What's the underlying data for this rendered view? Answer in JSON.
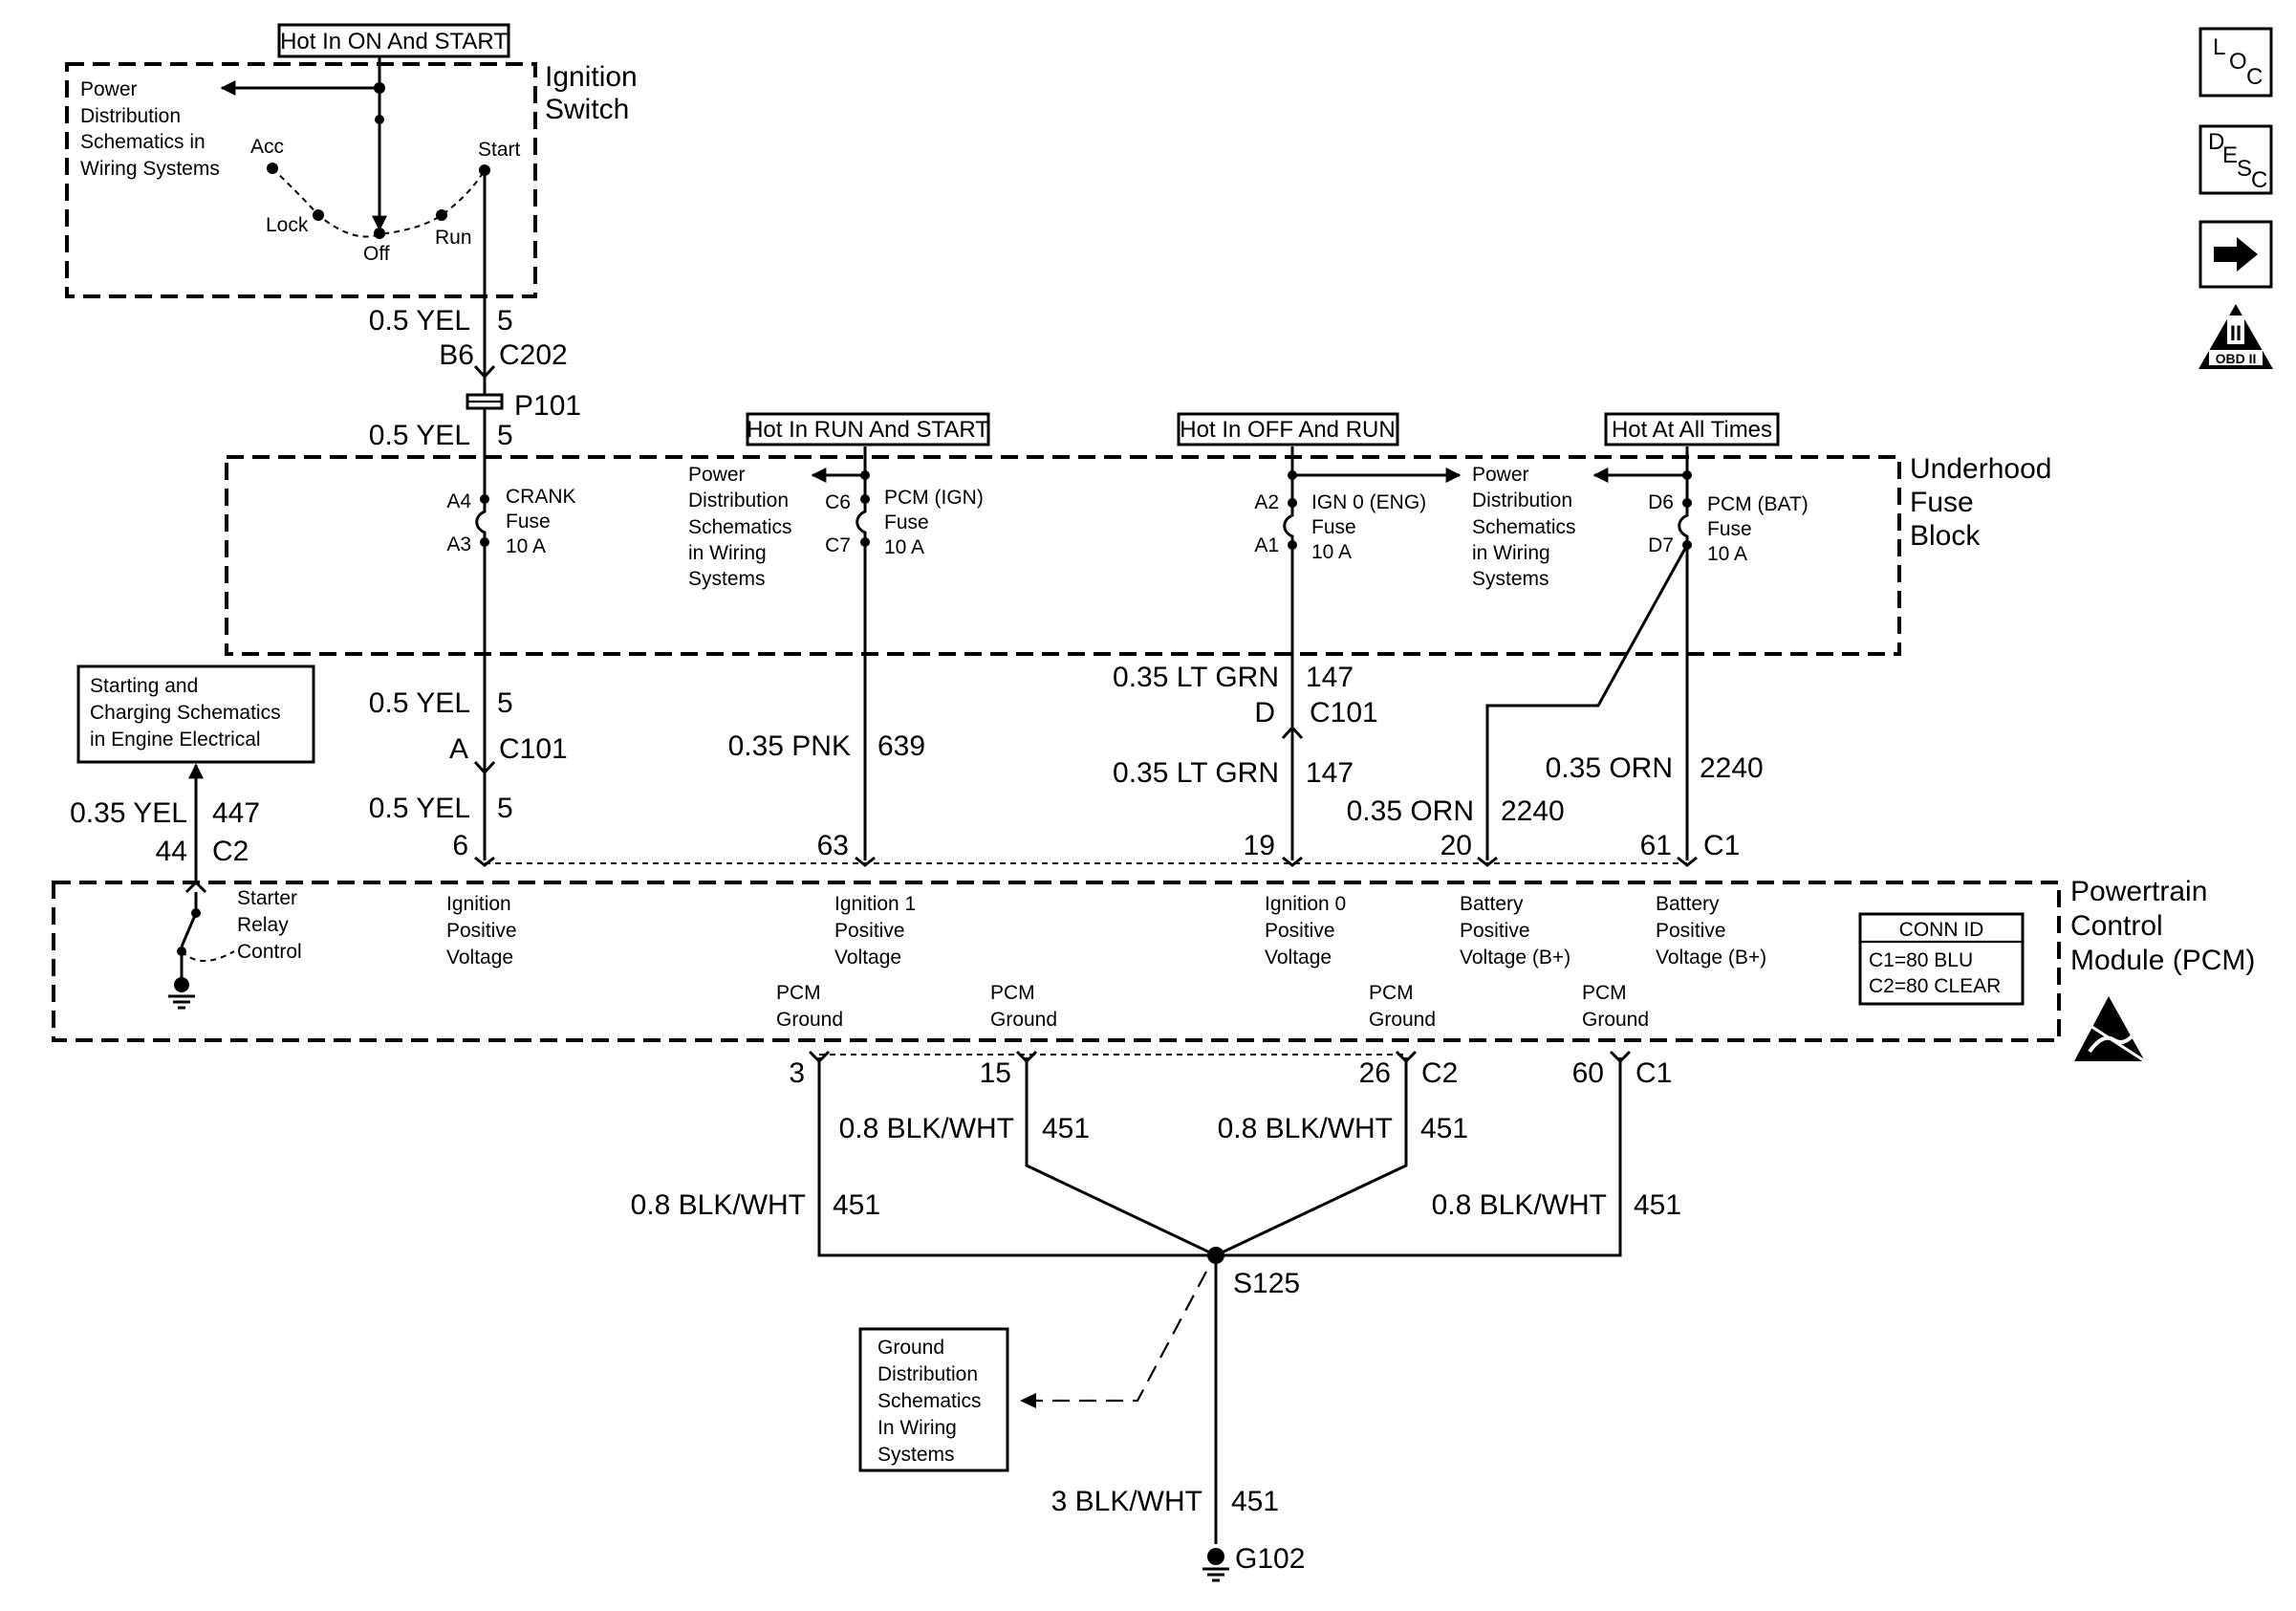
{
  "modules": {
    "ignition_switch": {
      "title": "Ignition Switch",
      "hot_label": "Hot In ON And START",
      "ref": [
        "Power",
        "Distribution",
        "Schematics in",
        "Wiring Systems"
      ],
      "positions": {
        "acc": "Acc",
        "lock": "Lock",
        "off": "Off",
        "run": "Run",
        "start": "Start"
      }
    },
    "underhood_fuse_block": {
      "title": [
        "Underhood",
        "Fuse",
        "Block"
      ]
    },
    "pcm": {
      "title": [
        "Powertrain",
        "Control",
        "Module (PCM)"
      ],
      "conn_id": {
        "title": "CONN ID",
        "c1": "C1=80 BLU",
        "c2": "C2=80 CLEAR"
      }
    }
  },
  "hot_labels": {
    "run_start": "Hot In RUN And START",
    "off_run": "Hot In OFF And RUN",
    "all_times": "Hot At All Times"
  },
  "fuses": {
    "crank": {
      "lines": [
        "CRANK",
        "Fuse",
        "10 A"
      ],
      "in_pin": "A4",
      "out_pin": "A3"
    },
    "pcm_ign": {
      "lines": [
        "PCM (IGN)",
        "Fuse",
        "10 A"
      ],
      "in_pin": "C6",
      "out_pin": "C7"
    },
    "ign0": {
      "lines": [
        "IGN 0 (ENG)",
        "Fuse",
        "10 A"
      ],
      "in_pin": "A2",
      "out_pin": "A1"
    },
    "pcm_bat": {
      "lines": [
        "PCM (BAT)",
        "Fuse",
        "10 A"
      ],
      "in_pin": "D6",
      "out_pin": "D7"
    }
  },
  "refs": {
    "pd_left": [
      "Power",
      "Distribution",
      "Schematics",
      "in Wiring",
      "Systems"
    ],
    "pd_right": [
      "Power",
      "Distribution",
      "Schematics",
      "in Wiring",
      "Systems"
    ],
    "starting": [
      "Starting and",
      "Charging Schematics",
      "in Engine Electrical"
    ],
    "ground": [
      "Ground",
      "Distribution",
      "Schematics",
      "In Wiring",
      "Systems"
    ]
  },
  "wires": {
    "yel_top": {
      "size": "0.5 YEL",
      "circuit": "5"
    },
    "c202": {
      "pin": "B6",
      "conn": "C202"
    },
    "p101": "P101",
    "yel_fuse_in": {
      "size": "0.5 YEL",
      "circuit": "5"
    },
    "yel_mid": {
      "size": "0.5 YEL",
      "circuit": "5"
    },
    "c101_a": {
      "pin": "A",
      "conn": "C101"
    },
    "yel_bot": {
      "size": "0.5 YEL",
      "circuit": "5"
    },
    "pnk": {
      "size": "0.35 PNK",
      "circuit": "639"
    },
    "ltgrn_top": {
      "size": "0.35 LT GRN",
      "circuit": "147"
    },
    "c101_d": {
      "pin": "D",
      "conn": "C101"
    },
    "ltgrn_bot": {
      "size": "0.35 LT GRN",
      "circuit": "147"
    },
    "orn_20": {
      "size": "0.35 ORN",
      "circuit": "2240"
    },
    "orn_61": {
      "size": "0.35 ORN",
      "circuit": "2240"
    },
    "starter": {
      "size": "0.35 YEL",
      "circuit": "447"
    },
    "gnd_3": {
      "size": "0.8 BLK/WHT",
      "circuit": "451"
    },
    "gnd_15": {
      "size": "0.8 BLK/WHT",
      "circuit": "451"
    },
    "gnd_26": {
      "size": "0.8 BLK/WHT",
      "circuit": "451"
    },
    "gnd_60": {
      "size": "0.8 BLK/WHT",
      "circuit": "451"
    },
    "gnd_main": {
      "size": "3 BLK/WHT",
      "circuit": "451"
    }
  },
  "pins": {
    "ign_pos": "6",
    "ign1": "63",
    "ign0": "19",
    "bat20": "20",
    "bat61": "61",
    "c1": "C1",
    "starter_pin": "44",
    "starter_conn": "C2",
    "g3": "3",
    "g15": "15",
    "g26": "26",
    "g_c2": "C2",
    "g60": "60",
    "g_c1": "C1"
  },
  "pcm_inputs": {
    "starter_relay": [
      "Starter",
      "Relay",
      "Control"
    ],
    "ign_pos": [
      "Ignition",
      "Positive",
      "Voltage"
    ],
    "ign1": [
      "Ignition 1",
      "Positive",
      "Voltage"
    ],
    "ign0": [
      "Ignition 0",
      "Positive",
      "Voltage"
    ],
    "bat20": [
      "Battery",
      "Positive",
      "Voltage (B+)"
    ],
    "bat61": [
      "Battery",
      "Positive",
      "Voltage (B+)"
    ],
    "gnd_a": [
      "PCM",
      "Ground"
    ],
    "gnd_b": [
      "PCM",
      "Ground"
    ],
    "gnd_c": [
      "PCM",
      "Ground"
    ],
    "gnd_d": [
      "PCM",
      "Ground"
    ]
  },
  "splice": "S125",
  "ground": "G102",
  "nav": {
    "loc": [
      "L",
      "O",
      "C"
    ],
    "desc": [
      "D",
      "E",
      "S",
      "C"
    ],
    "obd_numeral": "II",
    "obd_text": "OBD II"
  }
}
